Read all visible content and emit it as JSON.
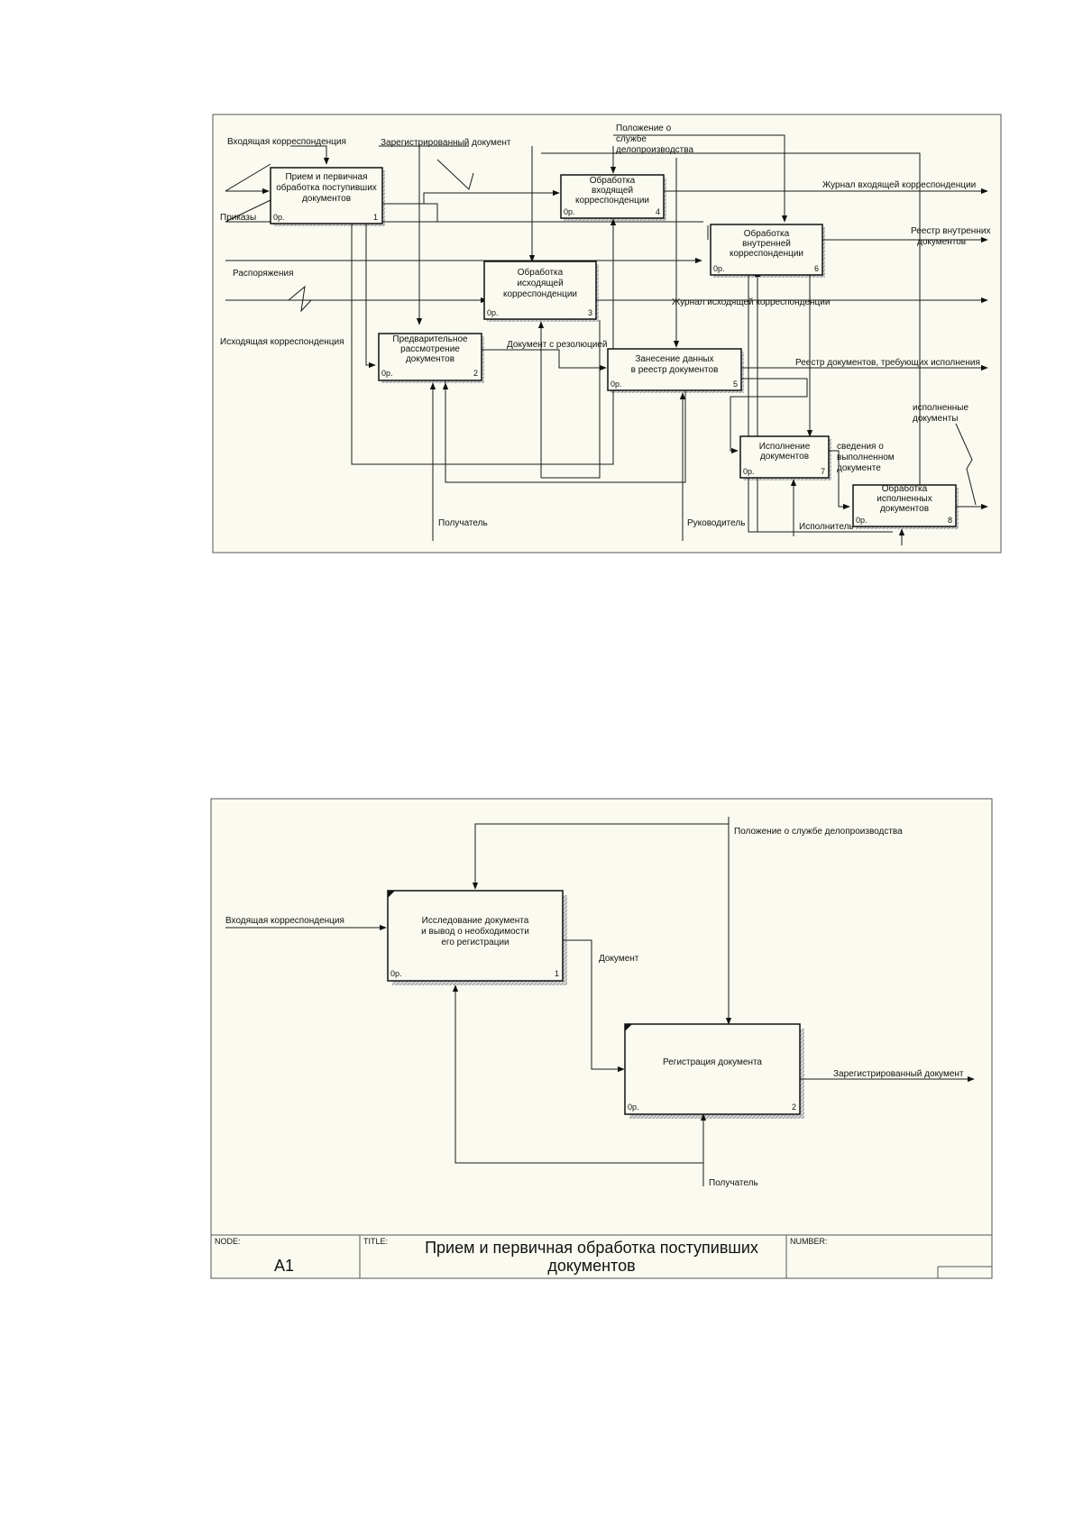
{
  "diagram1": {
    "boxes": [
      {
        "lines": [
          "Прием и первичная",
          "обработка поступивших",
          "документов"
        ],
        "cost": "0р.",
        "num": "1"
      },
      {
        "lines": [
          "Предварительное",
          "рассмотрение",
          "документов"
        ],
        "cost": "0р.",
        "num": "2"
      },
      {
        "lines": [
          "Обработка",
          "исходящей",
          "корреспонденции"
        ],
        "cost": "0р.",
        "num": "3"
      },
      {
        "lines": [
          "Обработка",
          "входящей",
          "корреспонденции"
        ],
        "cost": "0р.",
        "num": "4"
      },
      {
        "lines": [
          "Занесение данных",
          "в реестр документов"
        ],
        "cost": "0р.",
        "num": "5"
      },
      {
        "lines": [
          "Обработка",
          "внутренней",
          "корреспонденции"
        ],
        "cost": "0р.",
        "num": "6"
      },
      {
        "lines": [
          "Исполнение",
          "документов"
        ],
        "cost": "0р.",
        "num": "7"
      },
      {
        "lines": [
          "Обработка",
          "исполненных",
          "документов"
        ],
        "cost": "0р.",
        "num": "8"
      }
    ],
    "labels": {
      "incoming": "Входящая корреспонденция",
      "registered": "Зарегистрированный документ",
      "regulation_1": "Положение о",
      "regulation_2": "службе",
      "regulation_3": "делопроизводства",
      "orders": "Приказы",
      "directives": "Распоряжения",
      "outgoing": "Исходящая корреспонденция",
      "journal_in": "Журнал входящей корреспонденции",
      "registry_internal_1": "Реестр внутренних",
      "registry_internal_2": "документов",
      "journal_out": "Журнал исходящей корреспонденции",
      "resolution": "Документ с резолюцией",
      "registry_exec": "Реестр документов, требующих исполнения",
      "executed_1": "исполненные",
      "executed_2": "документы",
      "info_1": "сведения о",
      "info_2": "выполненном",
      "info_3": "документе",
      "recipient": "Получатель",
      "manager": "Руководитель",
      "executor": "Исполнитель"
    }
  },
  "diagram2": {
    "boxes": [
      {
        "lines": [
          "Исследование документа",
          "и вывод о необходимости",
          "его регистрации"
        ],
        "cost": "0р.",
        "num": "1"
      },
      {
        "lines": [
          "Регистрация документа"
        ],
        "cost": "0р.",
        "num": "2"
      }
    ],
    "labels": {
      "regulation": "Положение о службе делопроизводства",
      "incoming": "Входящая корреспонденция",
      "document": "Документ",
      "registered": "Зарегистрированный документ",
      "recipient": "Получатель"
    },
    "footer": {
      "node_label": "NODE:",
      "node_value": "A1",
      "title_label": "TITLE:",
      "title_line1": "Прием и первичная  обработка поступивших",
      "title_line2": "документов",
      "number_label": "NUMBER:"
    }
  },
  "colors": {
    "background": "#fbfaf0",
    "line": "#1a1a1a",
    "shadow": "#9a9a9a"
  }
}
